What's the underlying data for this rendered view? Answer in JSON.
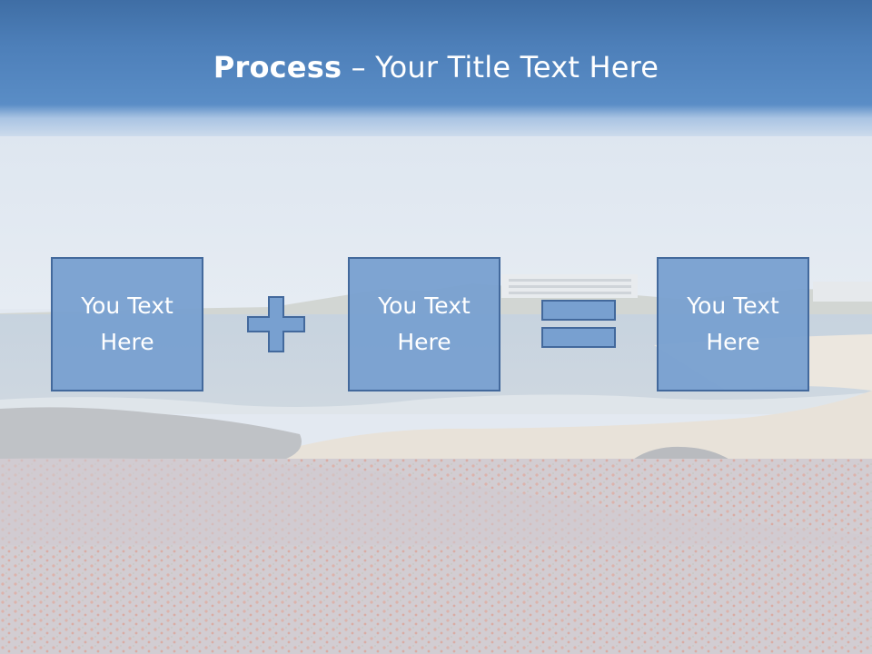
{
  "slide": {
    "title_bold": "Process",
    "title_rest": " – Your Title Text Here",
    "boxes": [
      {
        "text": "You Text Here"
      },
      {
        "text": "You Text Here"
      },
      {
        "text": "You Text Here"
      }
    ],
    "operators": [
      "plus-icon",
      "equals-icon"
    ],
    "colors": {
      "title_bar": "#4d7fb9",
      "box_fill": "#78a0d0",
      "box_border": "#43699c",
      "text": "#ffffff"
    }
  }
}
